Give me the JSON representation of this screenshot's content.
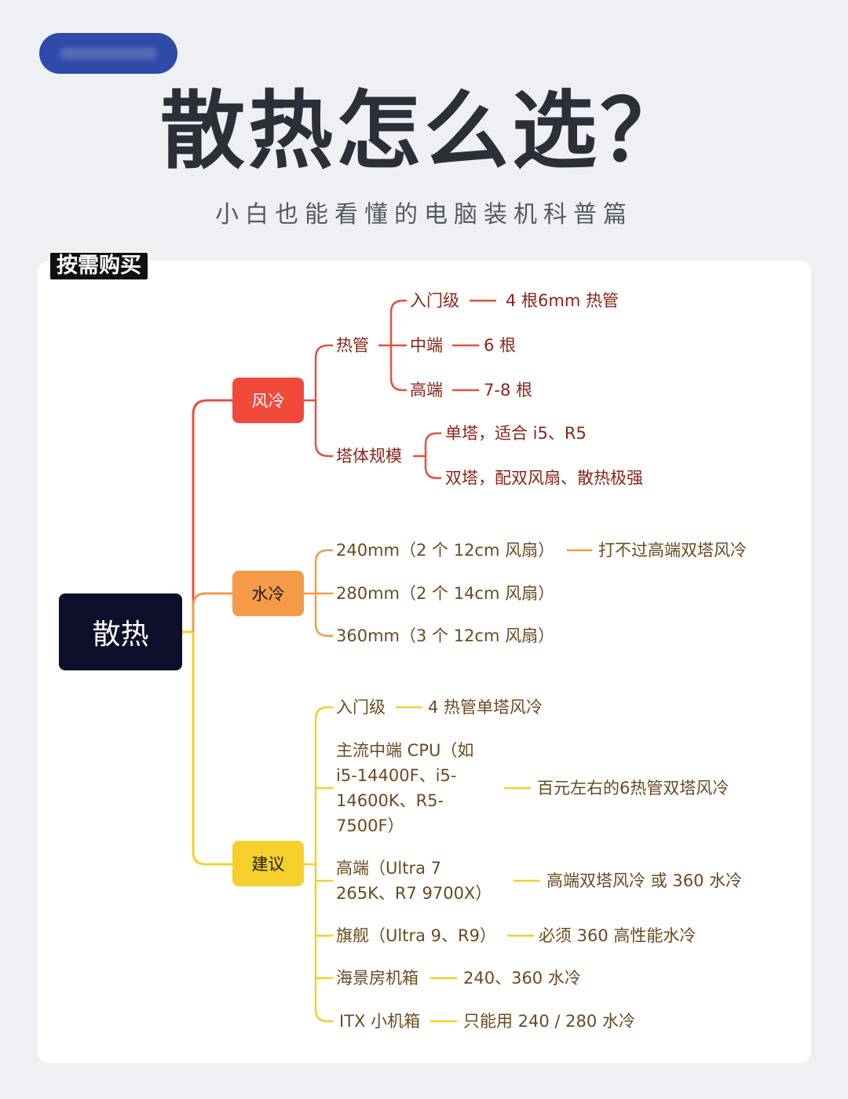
{
  "header": {
    "title": "散热怎么选？",
    "subtitle": "小白也能看懂的电脑装机科普篇",
    "tag": "按需购买"
  },
  "diagram": {
    "root": "散热",
    "air": {
      "label": "风冷",
      "heatpipe": {
        "label": "热管",
        "entry": "入门级",
        "entry_value": "4 根6mm 热管",
        "mid": "中端",
        "mid_value": "6 根",
        "high": "高端",
        "high_value": "7-8 根"
      },
      "tower": {
        "label": "塔体规模",
        "single": "单塔，适合 i5、R5",
        "dual": "双塔，配双风扇、散热极强"
      }
    },
    "water": {
      "label": "水冷",
      "r240": "240mm（2 个 12cm 风扇）",
      "r240_note": "打不过高端双塔风冷",
      "r280": "280mm（2 个 14cm 风扇）",
      "r360": "360mm（3 个 12cm 风扇）"
    },
    "advice": {
      "label": "建议",
      "entry": "入门级",
      "entry_value": "4 热管单塔风冷",
      "mainstream": "主流中端 CPU（如 i5-14400F、i5-14600K、R5-7500F）",
      "mainstream_value": "百元左右的6热管双塔风冷",
      "high": "高端（Ultra 7 265K、R7 9700X）",
      "high_value": "高端双塔风冷 或 360 水冷",
      "flagship": "旗舰（Ultra 9、R9）",
      "flagship_value": "必须 360 高性能水冷",
      "seaview": "海景房机箱",
      "seaview_value": "240、360 水冷",
      "itx": "ITX 小机箱",
      "itx_value": "只能用 240 / 280 水冷"
    }
  },
  "colors": {
    "air": "#f1493a",
    "water": "#f59a48",
    "advice": "#f5cf2a",
    "root": "#0d0f2b",
    "air_text": "#8a2418",
    "advice_text": "#6b4a1e"
  }
}
